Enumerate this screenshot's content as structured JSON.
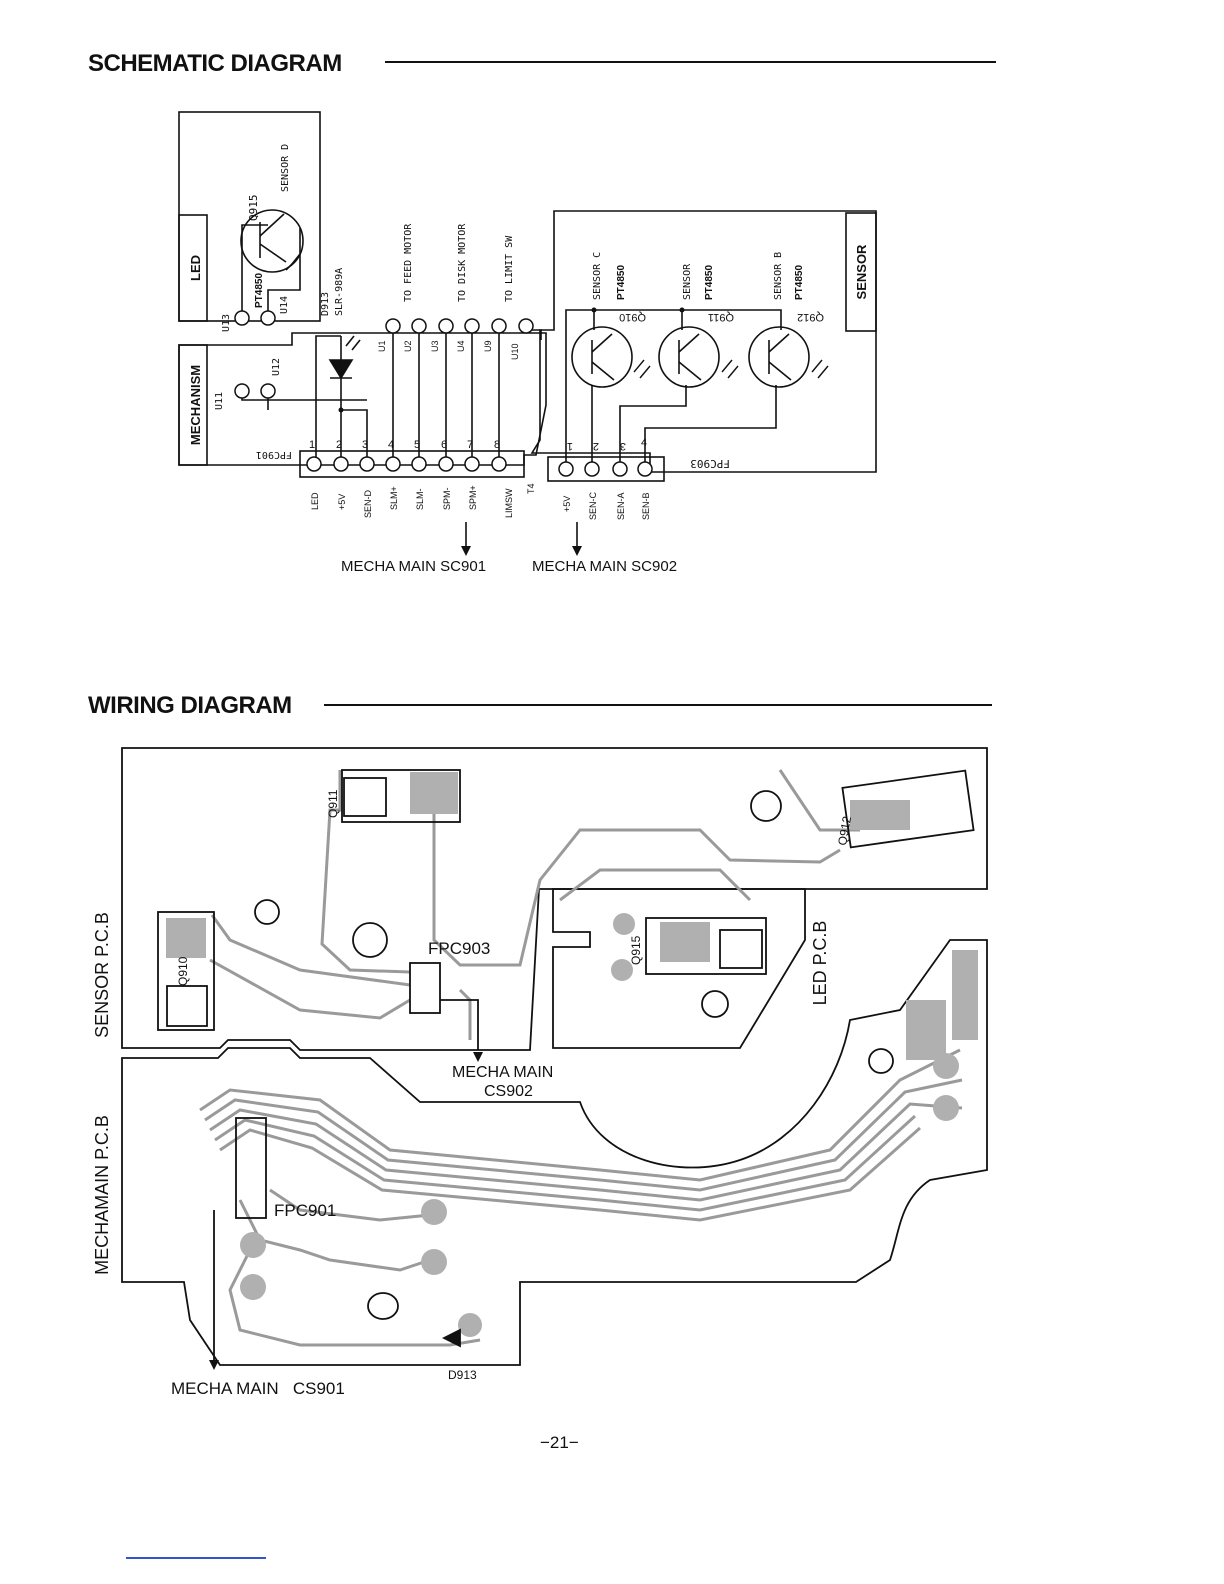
{
  "schematic": {
    "title": "SCHEMATIC DIAGRAM",
    "boards": {
      "led": "LED",
      "mechanism": "MECHANISM",
      "sensor": "SENSOR"
    },
    "led_board": {
      "transistor": "Q915",
      "sensor_label": "SENSOR D",
      "part": "PT4850",
      "terminals": [
        "U13",
        "U14"
      ]
    },
    "mechanism_board": {
      "terminals": [
        "U11",
        "U12"
      ],
      "led_ref": "D913",
      "led_part": "SLR-989A",
      "connector": "FPC901"
    },
    "motor_labels": [
      "TO FEED MOTOR",
      "TO DISK MOTOR",
      "TO LIMIT SW"
    ],
    "u_terminals": [
      "U1",
      "U2",
      "U3",
      "U4",
      "U9",
      "U10"
    ],
    "fpc901_pins": [
      "1",
      "2",
      "3",
      "4",
      "5",
      "6",
      "7",
      "8"
    ],
    "fpc901_signals": [
      "LED",
      "+5V",
      "SEN-D",
      "SLM+",
      "SLM-",
      "SPM-",
      "SPM+",
      "LIMSW",
      "T4"
    ],
    "sensors": [
      {
        "label": "SENSOR C",
        "part": "PT4850",
        "ref": "Q910"
      },
      {
        "label": "SENSOR",
        "part": "PT4850",
        "ref": "Q911"
      },
      {
        "label": "SENSOR B",
        "part": "PT4850",
        "ref": "Q912"
      }
    ],
    "fpc903": {
      "name": "FPC903",
      "pins": [
        "1",
        "2",
        "3",
        "4"
      ],
      "signals": [
        "+5V",
        "SEN-C",
        "SEN-A",
        "SEN-B"
      ]
    },
    "destinations": [
      "MECHA MAIN SC901",
      "MECHA MAIN SC902"
    ]
  },
  "wiring": {
    "title": "WIRING DIAGRAM",
    "board_labels": {
      "sensor": "SENSOR P.C.B",
      "mechamain": "MECHAMAIN P.C.B",
      "led": "LED P.C.B"
    },
    "components": {
      "q911": "Q911",
      "q912": "Q912",
      "q910": "Q910",
      "q915": "Q915",
      "fpc903": "FPC903",
      "fpc901": "FPC901",
      "d913": "D913"
    },
    "dest_cs902": [
      "MECHA MAIN",
      "CS902"
    ],
    "dest_cs901": "MECHA MAIN   CS901"
  },
  "page_number": "−21−",
  "colors": {
    "ink": "#111111",
    "trace": "#9a9a9a",
    "pad": "#b0b0b0",
    "footer_rule": "#3355cc"
  }
}
